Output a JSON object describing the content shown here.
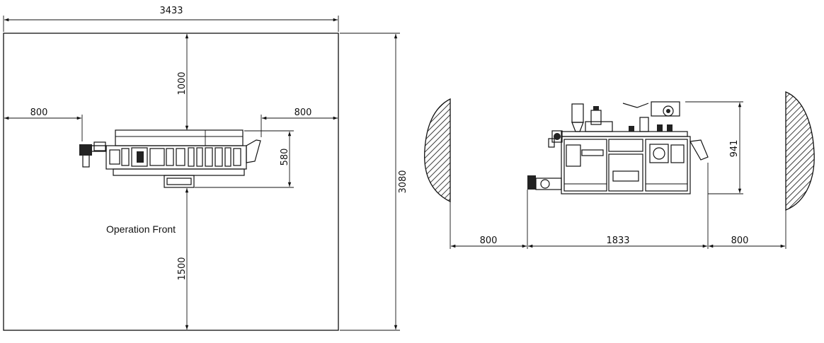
{
  "plan_view": {
    "width_dim": "3433",
    "height_dim": "3080",
    "top_clearance": "1000",
    "left_clearance": "800",
    "right_clearance": "800",
    "machine_depth": "580",
    "front_clearance": "1500",
    "front_label": "Operation Front"
  },
  "elevation_view": {
    "left_clearance": "800",
    "machine_length": "1833",
    "right_clearance": "800",
    "machine_height": "941"
  }
}
